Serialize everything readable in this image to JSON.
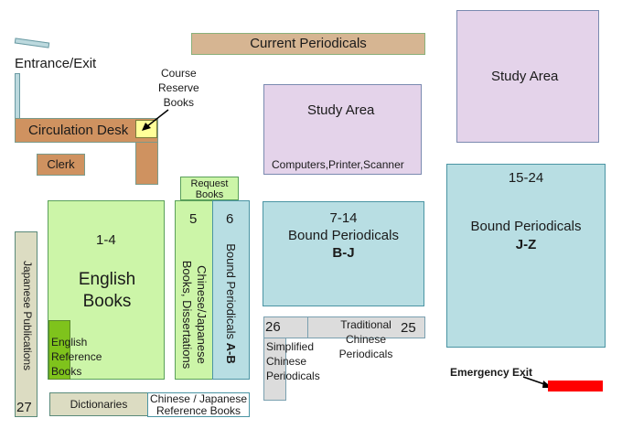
{
  "current_periodicals": "Current Periodicals",
  "entrance": "Entrance/Exit",
  "course_reserve": [
    "Course",
    "Reserve",
    "Books"
  ],
  "circulation_desk": "Circulation Desk",
  "clerk": "Clerk",
  "study_area_top": "Study Area",
  "study_area_mid": "Study Area",
  "computers": "Computers,Printer,Scanner",
  "request_books": [
    "Request",
    "Books"
  ],
  "english_num": "1-4",
  "english_title": [
    "English",
    "Books"
  ],
  "english_ref": [
    "English",
    "Reference",
    "Books"
  ],
  "num5": "5",
  "chinese_books": [
    "Chinese/Japanese",
    "Books, Dissertations"
  ],
  "num6": "6",
  "bound_ab": "Bound Periodicals",
  "bound_ab_bold": "A-B",
  "num_7_14": "7-14",
  "bound_bj": "Bound Periodicals",
  "bound_bj_bold": "B-J",
  "num_15_24": "15-24",
  "bound_jz": "Bound Periodicals",
  "bound_jz_bold": "J-Z",
  "num26": "26",
  "num25": "25",
  "traditional": [
    "Traditional",
    "Chinese",
    "Periodicals"
  ],
  "simplified": [
    "Simplified",
    "Chinese",
    "Periodicals"
  ],
  "japanese_pub": "Japanese Publications",
  "num27": "27",
  "dictionaries": "Dictionaries",
  "cj_reference": [
    "Chinese / Japanese",
    "Reference Books"
  ],
  "emergency_exit": "Emergency Exit",
  "colors": {
    "emergency": "#ff0000",
    "english_ref": "#7fc31c"
  }
}
